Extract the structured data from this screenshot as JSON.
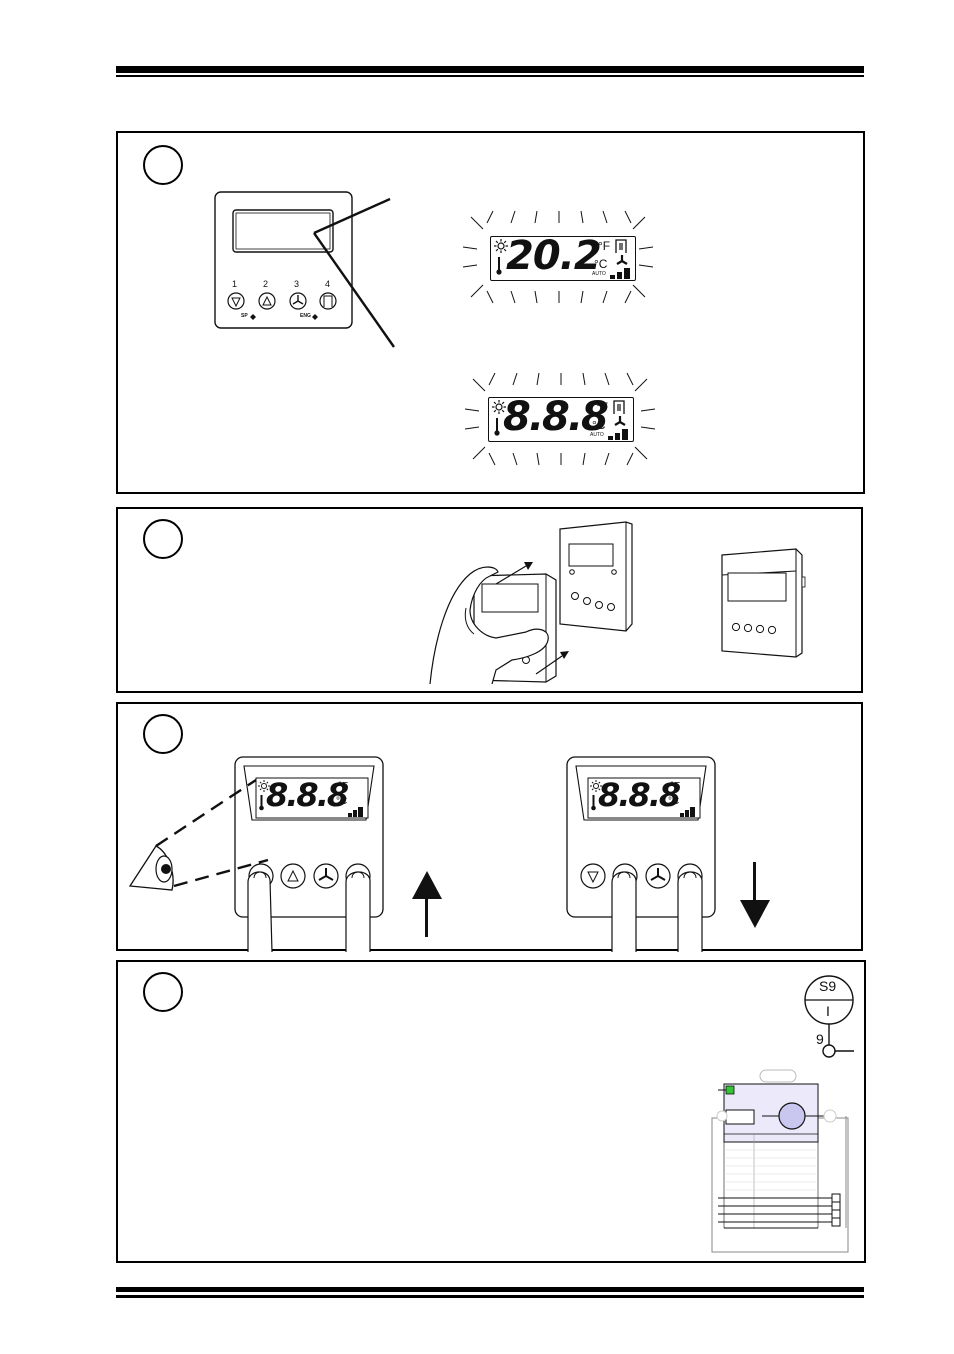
{
  "panel1": {
    "button_numbers": [
      "1",
      "2",
      "3",
      "4"
    ],
    "sp_label": "SP",
    "eng_label": "ENG",
    "display_value": "20.2",
    "test_display_value": "8.8.8",
    "unit_f": "°F",
    "unit_c": "°C",
    "auto_label": "AUTO"
  },
  "panel3": {
    "display_value": "8.8.8",
    "unit_f": "°F",
    "unit_c": "°C"
  },
  "panel4": {
    "fuse_code": "S9",
    "fuse_symbol": "I",
    "terminal_number": "9"
  },
  "colors": {
    "indicator_green": "#35c435",
    "component_lavender": "#eceafa",
    "component_circle": "#c9c7ef"
  }
}
